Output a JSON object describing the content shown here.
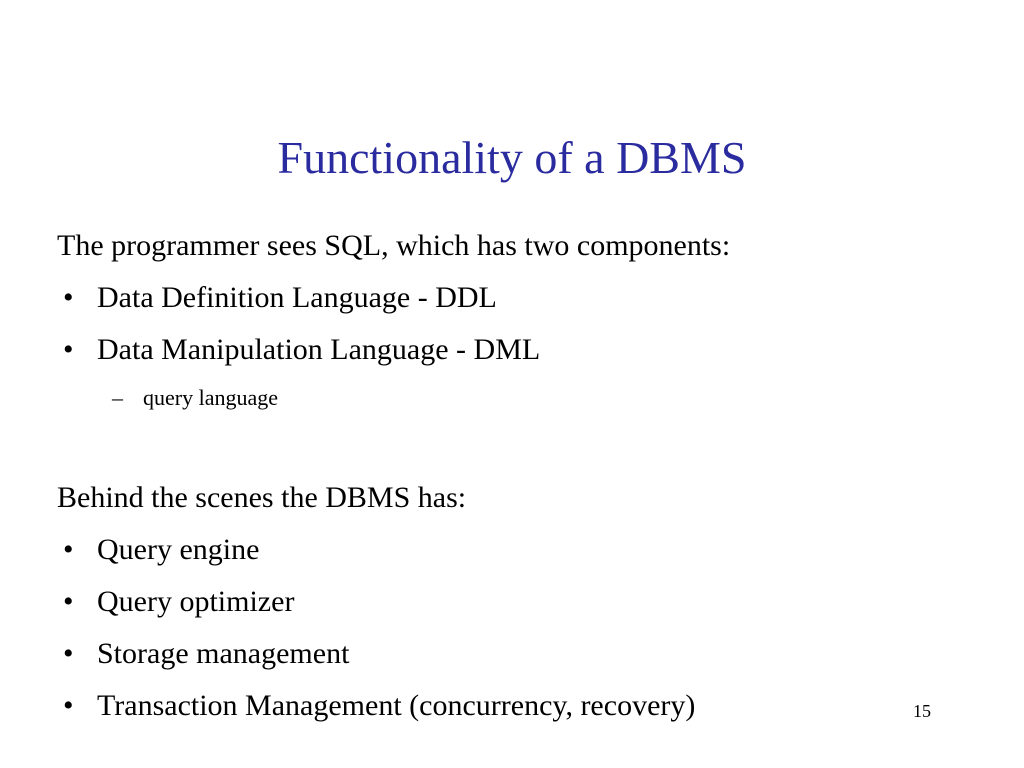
{
  "slide": {
    "title": "Functionality of a DBMS",
    "title_color": "#2B2BA0",
    "background_color": "#ffffff",
    "text_color": "#000000",
    "slide_number": "15",
    "bullet_glyph": "•",
    "sub_bullet_glyph": "–",
    "content": [
      {
        "level": "plain",
        "text": "The programmer sees SQL, which has two components:"
      },
      {
        "level": "bullet",
        "text": "Data Definition Language - DDL"
      },
      {
        "level": "bullet",
        "text": "Data Manipulation Language - DML"
      },
      {
        "level": "sub",
        "text": "query language"
      },
      {
        "level": "spacer",
        "text": ""
      },
      {
        "level": "plain",
        "text": "Behind the scenes the DBMS has:"
      },
      {
        "level": "bullet",
        "text": "Query engine"
      },
      {
        "level": "bullet",
        "text": "Query optimizer"
      },
      {
        "level": "bullet",
        "text": "Storage management"
      },
      {
        "level": "bullet",
        "text": "Transaction Management (concurrency, recovery)"
      }
    ]
  }
}
